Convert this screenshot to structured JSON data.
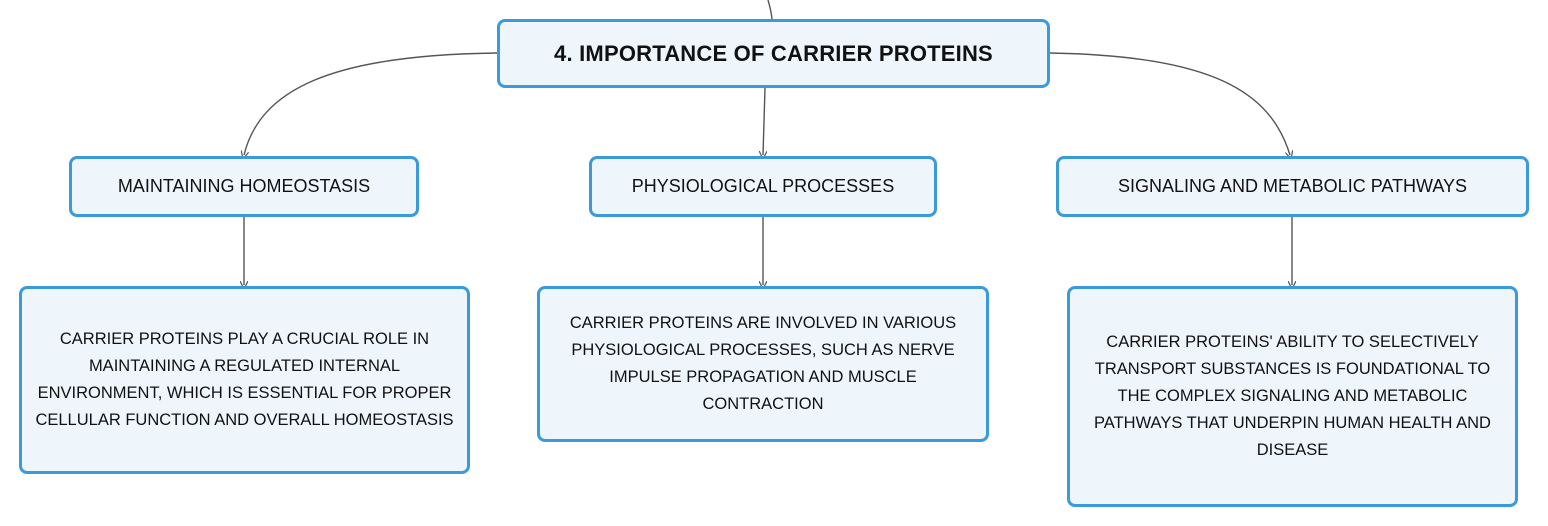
{
  "diagram": {
    "root": {
      "label": "4. IMPORTANCE OF CARRIER PROTEINS"
    },
    "branches": [
      {
        "label": "MAINTAINING HOMEOSTASIS",
        "detail": "CARRIER PROTEINS PLAY A CRUCIAL ROLE IN MAINTAINING A REGULATED INTERNAL ENVIRONMENT, WHICH IS ESSENTIAL FOR PROPER CELLULAR FUNCTION AND OVERALL HOMEOSTASIS"
      },
      {
        "label": "PHYSIOLOGICAL PROCESSES",
        "detail": "CARRIER PROTEINS ARE INVOLVED IN VARIOUS PHYSIOLOGICAL PROCESSES, SUCH AS NERVE IMPULSE PROPAGATION AND MUSCLE CONTRACTION"
      },
      {
        "label": "SIGNALING AND METABOLIC PATHWAYS",
        "detail": "CARRIER PROTEINS' ABILITY TO SELECTIVELY TRANSPORT SUBSTANCES IS FOUNDATIONAL TO THE COMPLEX SIGNALING AND METABOLIC PATHWAYS THAT UNDERPIN HUMAN HEALTH AND DISEASE"
      }
    ]
  },
  "colors": {
    "node_border": "#3b9ad9",
    "node_fill": "#eef6fc",
    "connector": "#555555",
    "text": "#111111"
  }
}
